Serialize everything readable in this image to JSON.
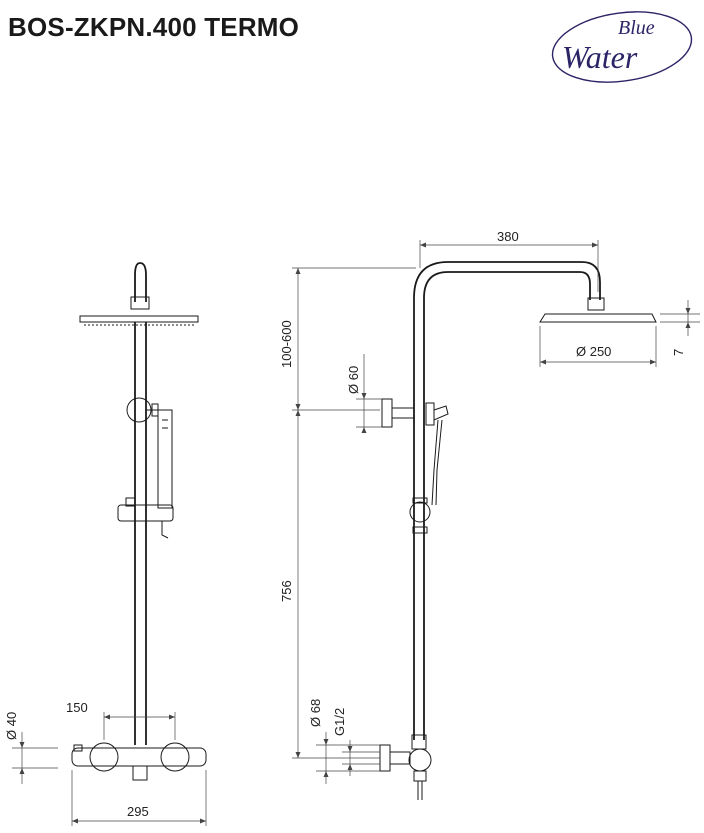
{
  "header": {
    "title": "BOS-ZKPN.400 TERMO"
  },
  "logo": {
    "line1": "Blue",
    "line2": "Water",
    "color": "#2b2466"
  },
  "dimensions": {
    "front": {
      "width_top": "150",
      "width_bottom": "295",
      "diameter_side": "Ø 40"
    },
    "side": {
      "arm_length": "380",
      "head_diameter": "Ø 250",
      "head_thickness": "7",
      "height_adjust": "100-600",
      "holder_diameter": "Ø 60",
      "rail_height": "756",
      "flange_diameter": "Ø 68",
      "thread": "G1/2"
    }
  }
}
